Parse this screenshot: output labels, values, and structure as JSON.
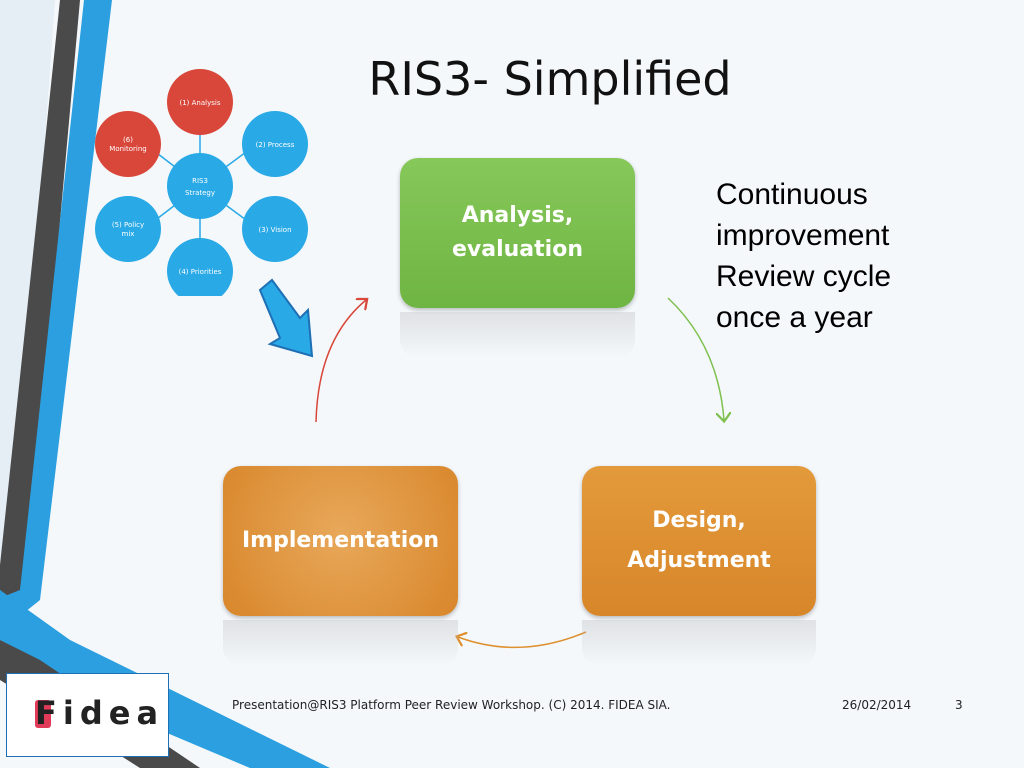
{
  "slide": {
    "title": "RIS3- Simplified",
    "cycle": {
      "top": "Analysis,\nevaluation",
      "right_line1": "Design,",
      "right_line2": "Adjustment",
      "left": "Implementation"
    },
    "note": [
      "Continuous",
      "improvement",
      "Review cycle",
      "once a year"
    ],
    "mini_diagram": {
      "center": [
        "RIS3",
        "Strategy"
      ],
      "nodes": [
        {
          "label": [
            "(1) Analysis"
          ],
          "color": "#d9463a"
        },
        {
          "label": [
            "(2) Process"
          ],
          "color": "#29a9e6"
        },
        {
          "label": [
            "(3) Vision"
          ],
          "color": "#29a9e6"
        },
        {
          "label": [
            "(4) Priorities"
          ],
          "color": "#29a9e6"
        },
        {
          "label": [
            "(5) Policy",
            "mix"
          ],
          "color": "#29a9e6"
        },
        {
          "label": [
            "(6)",
            "Monitoring"
          ],
          "color": "#d9463a"
        }
      ]
    },
    "footer": {
      "presentation": "Presentation@RIS3 Platform Peer Review Workshop. (C) 2014. FIDEA SIA.",
      "date": "26/02/2014",
      "page": "3"
    },
    "logo": "Fidea",
    "colors": {
      "green": "#7ec04f",
      "orange": "#de8f2e",
      "accent_blue": "#29a9e6",
      "dark_stripe": "#4a4a4a"
    }
  }
}
